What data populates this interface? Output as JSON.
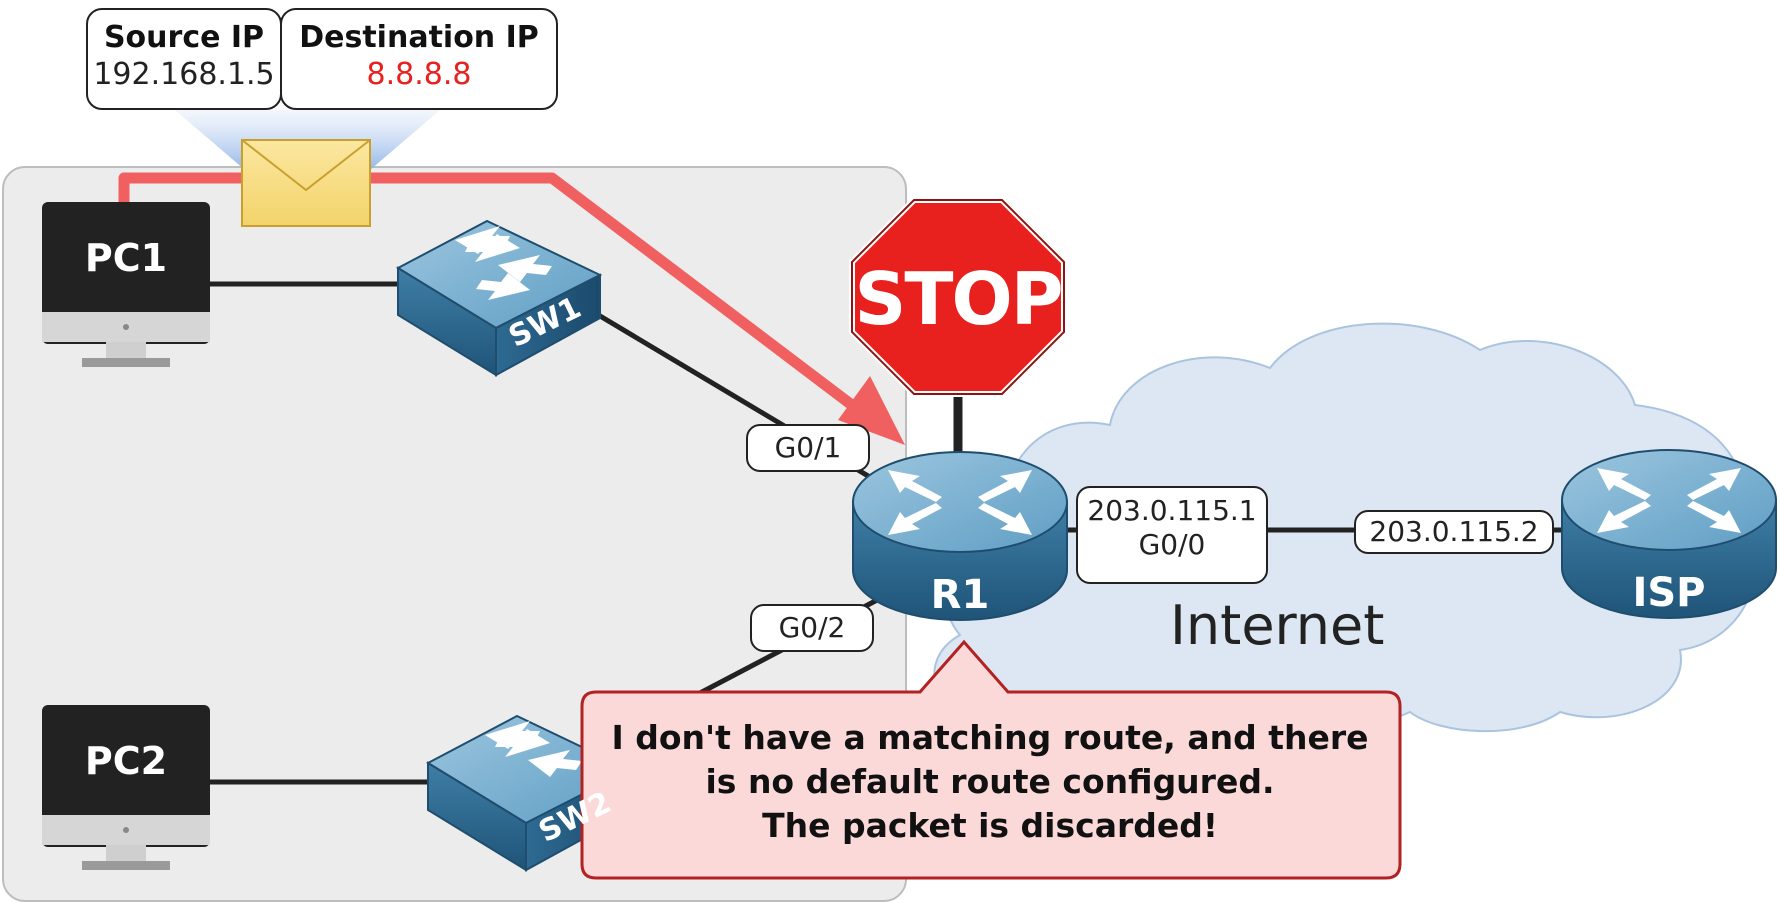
{
  "packet_header": {
    "source": {
      "title": "Source IP",
      "value": "192.168.1.5"
    },
    "destination": {
      "title": "Destination IP",
      "value": "8.8.8.8",
      "value_color": "#e8201e"
    }
  },
  "devices": {
    "pc1": "PC1",
    "pc2": "PC2",
    "sw1": "SW1",
    "sw2": "SW2",
    "r1": "R1",
    "isp": "ISP"
  },
  "interfaces": {
    "r1_g0_1": "G0/1",
    "r1_g0_2": "G0/2",
    "r1_g0_0_ip": "203.0.115.1",
    "r1_g0_0_name": "G0/0",
    "isp_ip": "203.0.115.2"
  },
  "stop_sign": "STOP",
  "cloud_label": "Internet",
  "callout": {
    "lines": [
      "I don't have a matching route, and there",
      "is no default route configured.",
      "The packet is discarded!"
    ]
  },
  "colors": {
    "packet_path": "#f06060",
    "stop_sign": "#e8201e",
    "callout_bg": "#fbd9d9",
    "callout_border": "#b22222",
    "cloud": "#dde7f3",
    "lan_area": "#ececec",
    "network_device": "#4f8fb5"
  }
}
